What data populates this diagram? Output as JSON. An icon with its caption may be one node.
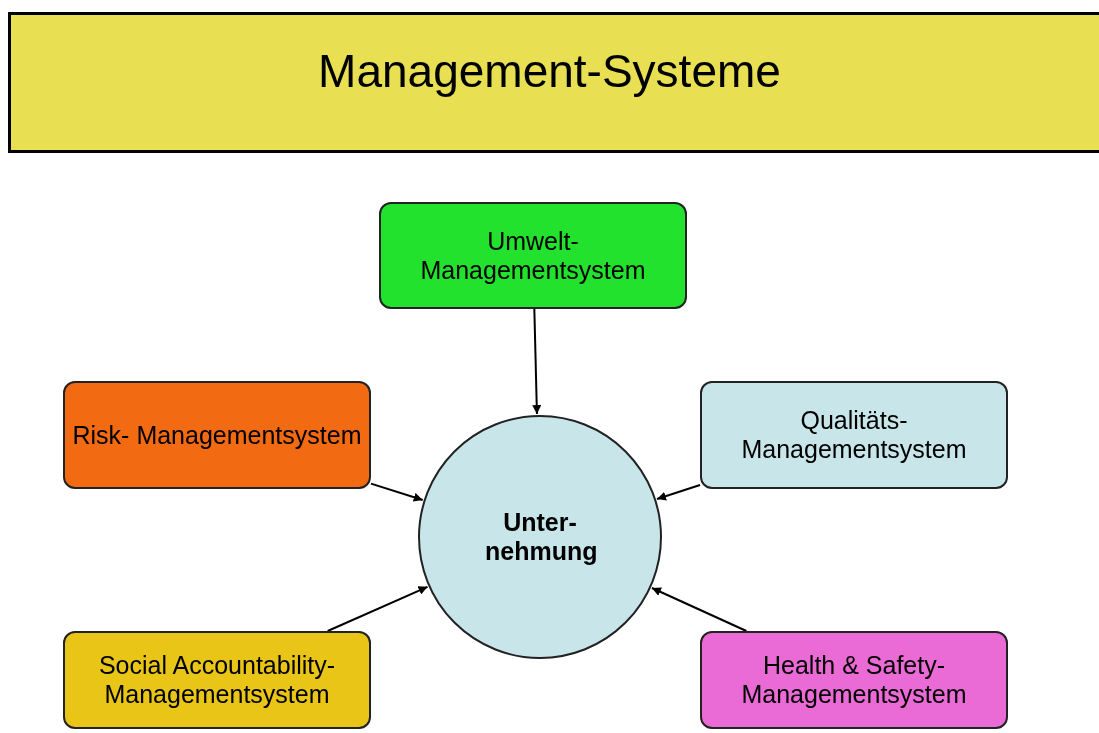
{
  "diagram": {
    "title": "Management-Systeme",
    "nodes": [
      {
        "text": [
          "Umwelt- Managementsystem"
        ]
      },
      {
        "text": [
          "Risk- Managementsystem"
        ]
      },
      {
        "text": [
          "Qualitäts- Managementsystem"
        ]
      },
      {
        "text": [
          "Unter- nehmung"
        ]
      },
      {
        "text": [
          "Social Accountability- Managementsystem"
        ]
      },
      {
        "text": [
          "Health & Safety- Managementsystem"
        ]
      }
    ],
    "edges": [
      {
        "from": 0,
        "to": 3,
        "arrow": "to"
      },
      {
        "from": 1,
        "to": 3,
        "arrow": "to"
      },
      {
        "from": 2,
        "to": 3,
        "arrow": "to"
      },
      {
        "from": 4,
        "to": 3,
        "arrow": "to"
      },
      {
        "from": 5,
        "to": 3,
        "arrow": "to"
      }
    ]
  }
}
